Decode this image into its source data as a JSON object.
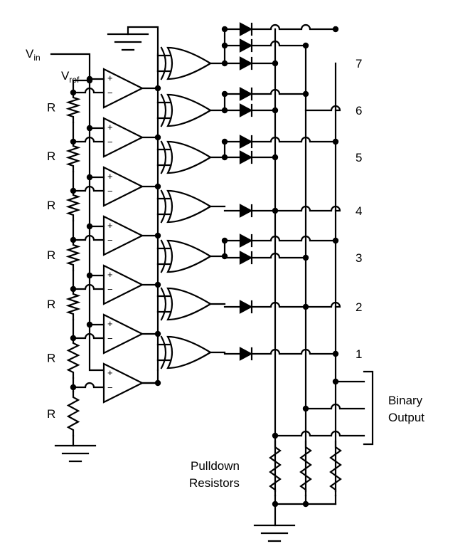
{
  "labels": {
    "vin_main": "V",
    "vin_sub": "in",
    "vref_main": "V",
    "vref_sub": "ref",
    "plus": "+",
    "minus": "−",
    "binary_output_line1": "Binary",
    "binary_output_line2": "Output",
    "pulldown_line1": "Pulldown",
    "pulldown_line2": "Resistors"
  },
  "resistors": [
    "R",
    "R",
    "R",
    "R",
    "R",
    "R",
    "R"
  ],
  "outputs": [
    "7",
    "6",
    "5",
    "4",
    "3",
    "2",
    "1"
  ]
}
